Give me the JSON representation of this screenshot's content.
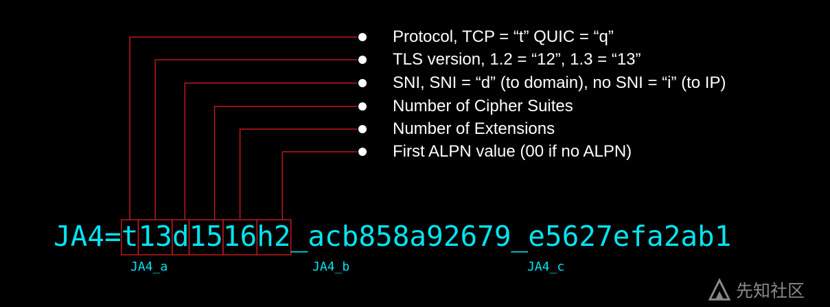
{
  "descriptions": [
    "Protocol, TCP = “t”  QUIC = “q”",
    "TLS version, 1.2 = “12”, 1.3 = “13”",
    "SNI, SNI = “d” (to domain), no SNI = “i” (to IP)",
    "Number of Cipher Suites",
    "Number of Extensions",
    "First ALPN value (00 if no ALPN)"
  ],
  "fingerprint": {
    "prefix": "JA4=",
    "protocol": "t",
    "tls_version": "13",
    "sni": "d",
    "cipher_count": "15",
    "extension_count": "16",
    "alpn": "h2",
    "sep1": "_",
    "part_b": "acb858a92679",
    "sep2": "_",
    "part_c": "e5627efa2ab1"
  },
  "sublabels": {
    "a": "JA4_a",
    "b": "JA4_b",
    "c": "JA4_c"
  },
  "colors": {
    "background": "#000000",
    "fingerprint": "#00e5f0",
    "connector": "#c0181e",
    "description_text": "#ffffff",
    "watermark": "#8a8a8a"
  },
  "watermark": {
    "icon": "xianzhi-logo-icon",
    "text": "先知社区"
  }
}
